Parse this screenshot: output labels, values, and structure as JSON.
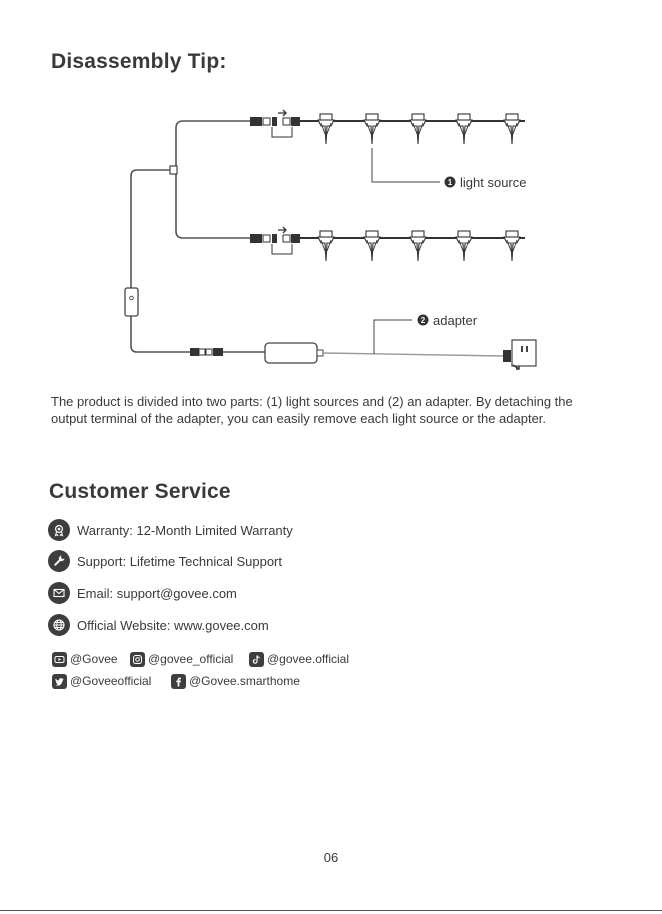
{
  "tip": {
    "title": "Disassembly Tip:",
    "callout_light_number": "1",
    "callout_light_label": "light source",
    "callout_adapter_number": "2",
    "callout_adapter_label": "adapter",
    "description": "The product is divided into two parts: (1) light sources and (2) an adapter. By detaching the output terminal of the adapter, you can easily remove each light source or the adapter."
  },
  "service": {
    "title": "Customer Service",
    "items": [
      {
        "icon": "warranty-icon",
        "text": "Warranty: 12-Month Limited Warranty"
      },
      {
        "icon": "wrench-icon",
        "text": "Support: Lifetime Technical Support"
      },
      {
        "icon": "email-icon",
        "text": "Email: support@govee.com"
      },
      {
        "icon": "globe-icon",
        "text": "Official Website: www.govee.com"
      }
    ]
  },
  "social": [
    {
      "icon": "youtube-icon",
      "handle": "@Govee"
    },
    {
      "icon": "instagram-icon",
      "handle": "@govee_official"
    },
    {
      "icon": "tiktok-icon",
      "handle": "@govee.official"
    },
    {
      "icon": "twitter-icon",
      "handle": "@Goveeofficial"
    },
    {
      "icon": "facebook-icon",
      "handle": "@Govee.smarthome"
    }
  ],
  "page_number": "06",
  "colors": {
    "icon_fill": "#3e3e3e",
    "text": "#3a3a3a"
  }
}
